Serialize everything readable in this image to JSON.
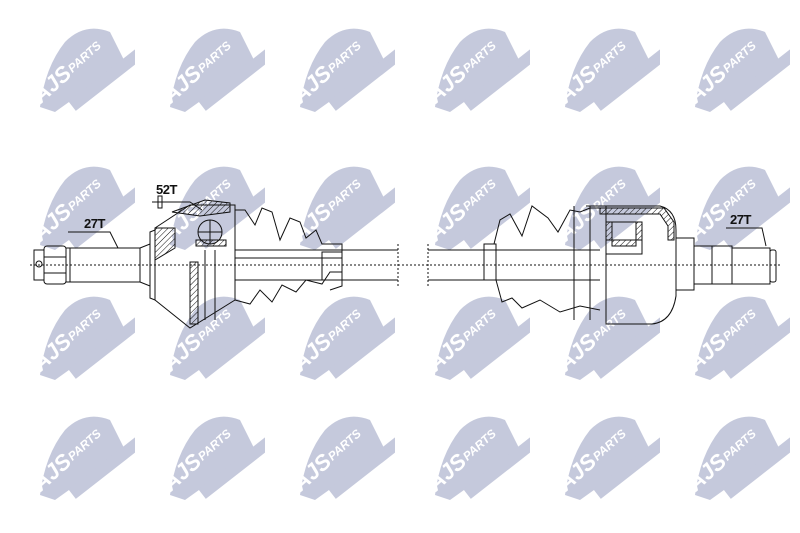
{
  "diagram": {
    "subject": "CV drive shaft (axle) technical drawing",
    "watermark": {
      "text_main": "AJS",
      "text_sub": "PARTS",
      "color": "#c5c9dc",
      "grid_rows": 4,
      "grid_cols": 6
    },
    "labels": {
      "outer_spline": "27T",
      "abs_ring": "52T",
      "inner_spline": "27T"
    },
    "colors": {
      "line": "#111111",
      "background": "#ffffff"
    }
  }
}
